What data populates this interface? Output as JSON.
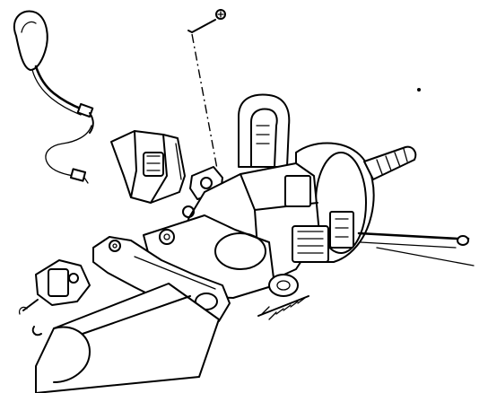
{
  "diagram": {
    "parts": [
      {
        "name": "wiring-harness",
        "icon": "harness-connector-icon"
      },
      {
        "name": "column-cover-boot",
        "icon": "rubber-boot-icon"
      },
      {
        "name": "mounting-bolt",
        "icon": "bolt-icon"
      },
      {
        "name": "steering-column-assembly",
        "icon": "steering-column-icon"
      },
      {
        "name": "tilt-lever",
        "icon": "lever-icon"
      },
      {
        "name": "intermediate-shaft",
        "icon": "shaft-icon"
      },
      {
        "name": "lock-cylinder-bracket",
        "icon": "bracket-icon"
      }
    ]
  }
}
